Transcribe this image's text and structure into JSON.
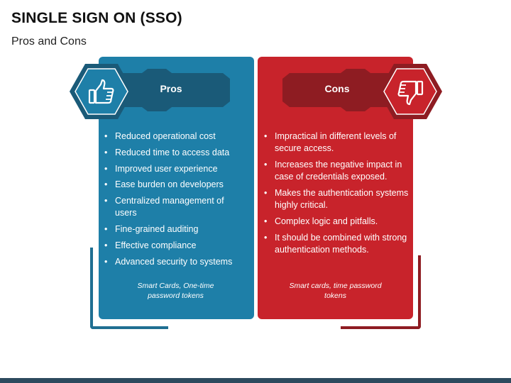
{
  "title": "SINGLE SIGN ON (SSO)",
  "subtitle": "Pros and Cons",
  "pros": {
    "label": "Pros",
    "icon": "thumbs-up-icon",
    "color": "#1e7fa8",
    "dark_color": "#1a5a78",
    "items": [
      "Reduced operational cost",
      "Reduced time to access data",
      "Improved user experience",
      "Ease burden on developers",
      "Centralized management of users",
      "Fine-grained auditing",
      "Effective compliance",
      "Advanced security to systems"
    ],
    "footnote": "Smart Cards, One-time password tokens"
  },
  "cons": {
    "label": "Cons",
    "icon": "thumbs-down-icon",
    "color": "#c8232b",
    "dark_color": "#8e1c22",
    "items": [
      "Impractical in different levels of secure access.",
      "Increases the negative impact in case of credentials exposed.",
      "Makes the authentication systems highly critical.",
      "Complex logic and pitfalls.",
      "It should be combined with strong authentication methods."
    ],
    "footnote": "Smart cards, time password tokens"
  }
}
